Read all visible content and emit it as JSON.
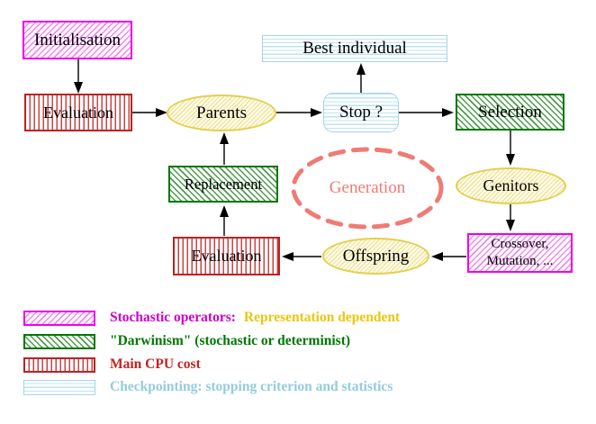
{
  "colors": {
    "magenta": "#ee00ee",
    "magenta-hatch": "#f287f2",
    "magenta-text": "#cc00cc",
    "green": "#007700",
    "green-hatch": "#4c9a4c",
    "green-text": "#007700",
    "red": "#bb2222",
    "red-stripe": "#c64545",
    "red-text": "#c22222",
    "cyan": "#a6d4e4",
    "cyan-stripe": "#bfe3f0",
    "cyan-text": "#94cbdd",
    "yellow": "#e2cf4e",
    "yellow-hatch": "#f0e296",
    "yellow-fill": "#fffceb",
    "gold-text": "#e9c70f",
    "salmon": "#ef7b75",
    "line": "#000000"
  },
  "nodes": {
    "initialisation": {
      "label": "Initialisation"
    },
    "evaluation_top": {
      "label": "Evaluation"
    },
    "parents": {
      "label": "Parents"
    },
    "best_individual": {
      "label": "Best individual"
    },
    "stop": {
      "label": "Stop ?"
    },
    "selection": {
      "label": "Selection"
    },
    "replacement": {
      "label": "Replacement"
    },
    "generation": {
      "label": "Generation"
    },
    "genitors": {
      "label": "Genitors"
    },
    "evaluation_bottom": {
      "label": "Evaluation"
    },
    "offspring": {
      "label": "Offspring"
    },
    "crossover_mutation": {
      "line1": "Crossover,",
      "line2": "Mutation, ..."
    }
  },
  "legend": {
    "stochastic": {
      "label": "Stochastic operators:",
      "label2": "Representation dependent"
    },
    "darwinism": {
      "label": "\"Darwinism\" (stochastic or determinist)"
    },
    "cpu": {
      "label": "Main CPU cost"
    },
    "checkpointing": {
      "label": "Checkpointing: stopping criterion and statistics"
    }
  }
}
